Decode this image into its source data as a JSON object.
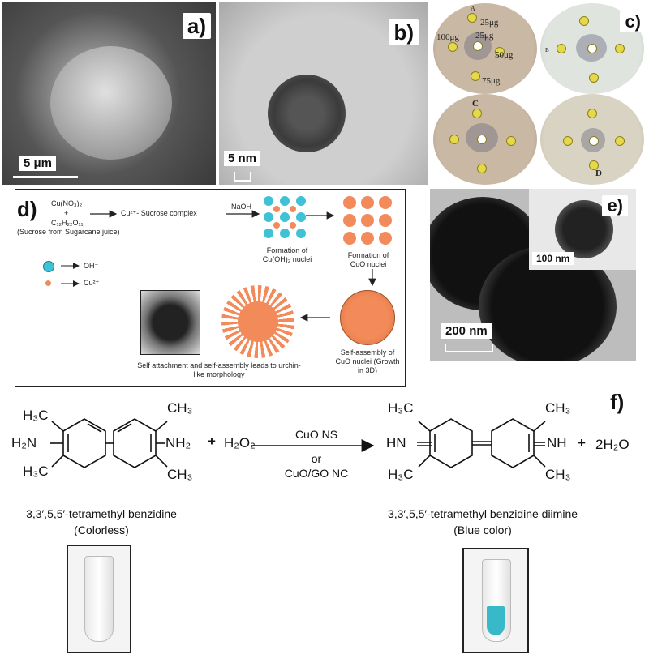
{
  "panels": {
    "a": {
      "label": "a)",
      "scale": "5 μm"
    },
    "b": {
      "label": "b)",
      "scale": "5 nm"
    },
    "c": {
      "label": "c)",
      "plate_letters": [
        "A",
        "B",
        "C",
        "D"
      ],
      "doses": [
        "25μg",
        "25μg",
        "100μg",
        "50μg",
        "75μg"
      ]
    },
    "d": {
      "label": "d)"
    },
    "e": {
      "label": "e)",
      "scale_inset": "100 nm",
      "scale_main": "200 nm"
    },
    "f": {
      "label": "f)"
    }
  },
  "scheme": {
    "cu_no3": "Cu(NO₃)₂",
    "plus": "+",
    "sucrose_formula": "C₁₂H₂₂O₁₁",
    "sucrose_source": "(Sucrose from Sugarcane juice)",
    "complex": "Cu²⁺- Sucrose complex",
    "naoh": "NaOH",
    "cuoh2_nuclei": "Formation of Cu(OH)₂ nuclei",
    "cuo_nuclei": "Formation of CuO nuclei",
    "self_assembly": "Self-assembly of CuO nuclei (Growth in 3D)",
    "urchin": "Self attachment and  self-assembly leads to urchin-like morphology",
    "legend_oh": "OH⁻",
    "legend_cu": "Cu²⁺",
    "colors": {
      "oh": "#3fc1d6",
      "cu": "#f28a5a"
    }
  },
  "reaction": {
    "h3c": "H₃C",
    "ch3": "CH₃",
    "h2n": "H₂N",
    "nh2": "NH₂",
    "hn": "HN",
    "nh": "NH",
    "plus": "+",
    "h2o2": "H₂O₂",
    "catalyst_top": "CuO NS",
    "catalyst_or": "or",
    "catalyst_bottom": "CuO/GO NC",
    "water": "2H₂O",
    "reactant_name": "3,3′,5,5′-tetramethyl benzidine",
    "reactant_color": "(Colorless)",
    "product_name": "3,3′,5,5′-tetramethyl benzidine diimine",
    "product_color": "(Blue color)",
    "colors": {
      "product_liquid": "#37b9c9"
    }
  }
}
